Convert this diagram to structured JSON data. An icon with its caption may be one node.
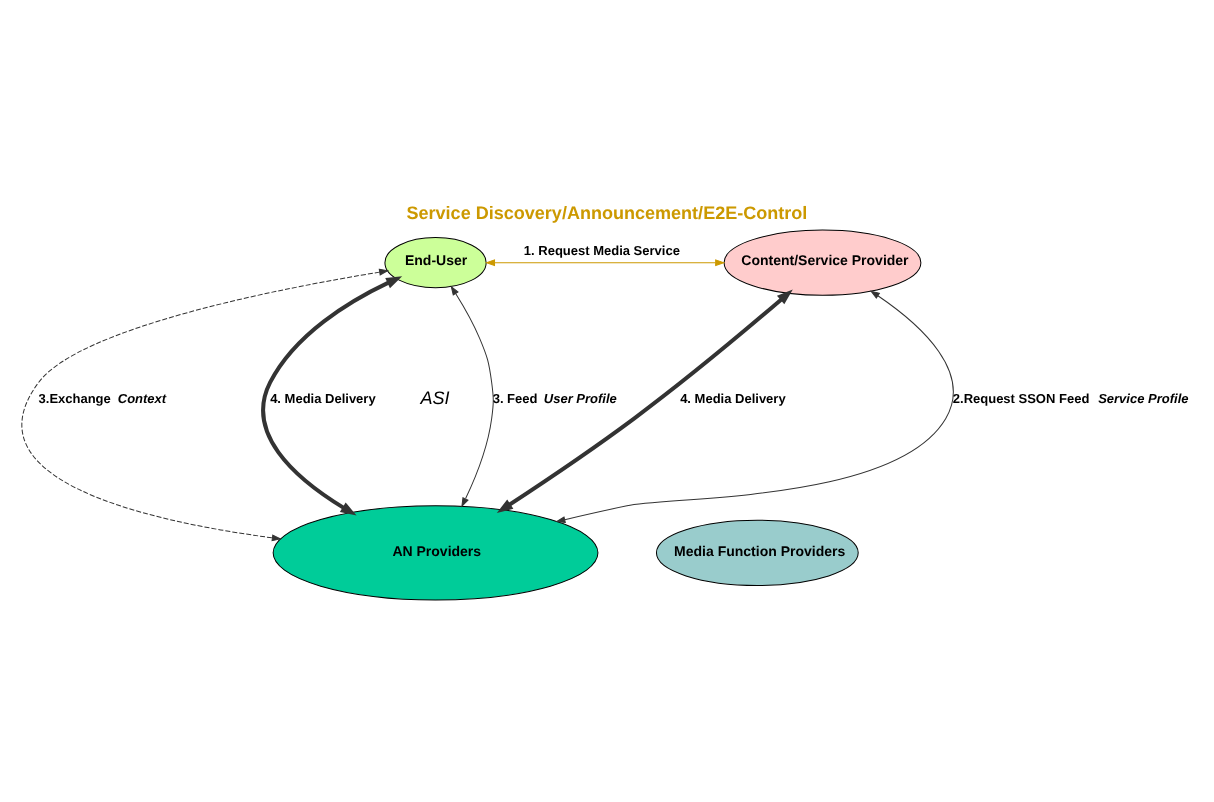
{
  "diagram": {
    "title": "Service Discovery/Announcement/E2E-Control",
    "nodes": [
      {
        "text": [
          "End-User"
        ]
      },
      {
        "text": [
          "Content/Service Provider"
        ]
      },
      {
        "text": [
          "AN Providers"
        ]
      },
      {
        "text": [
          "Media Function Providers"
        ]
      }
    ],
    "edges": [
      {
        "from": 0,
        "to": 1,
        "arrow": "both",
        "color": "#cc9900",
        "label": "1. Request Media Service"
      },
      {
        "from": 2,
        "to": 0,
        "arrow": "both",
        "label": "3. Feed *User Profile*"
      },
      {
        "from": 2,
        "to": 1,
        "arrow": "both",
        "label": "2.Request SSON Feed *Service Profile*"
      },
      {
        "from": 0,
        "to": 2,
        "arrow": "both",
        "style": "dashed",
        "label": "3.Exchange *Context*"
      },
      {
        "from": 0,
        "to": 2,
        "arrow": "both",
        "style": "thick",
        "label": "4. Media Delivery"
      },
      {
        "from": 1,
        "to": 2,
        "arrow": "both",
        "style": "thick",
        "label": "4. Media Delivery"
      }
    ],
    "labels": [
      "ASI"
    ]
  }
}
